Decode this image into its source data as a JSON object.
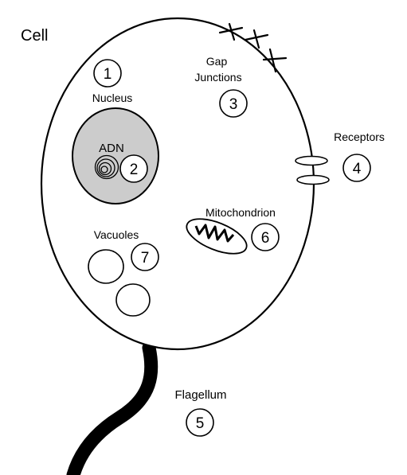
{
  "title": "Cell",
  "colors": {
    "stroke": "#000000",
    "nucleus_fill": "#cccccc",
    "background": "#ffffff"
  },
  "parts": [
    {
      "number": "1",
      "label": "Nucleus"
    },
    {
      "number": "2",
      "label": "ADN"
    },
    {
      "number": "3",
      "label_lines": [
        "Gap",
        "Junctions"
      ]
    },
    {
      "number": "4",
      "label": "Receptors"
    },
    {
      "number": "5",
      "label": "Flagellum"
    },
    {
      "number": "6",
      "label": "Mitochondrion"
    },
    {
      "number": "7",
      "label": "Vacuoles"
    }
  ]
}
